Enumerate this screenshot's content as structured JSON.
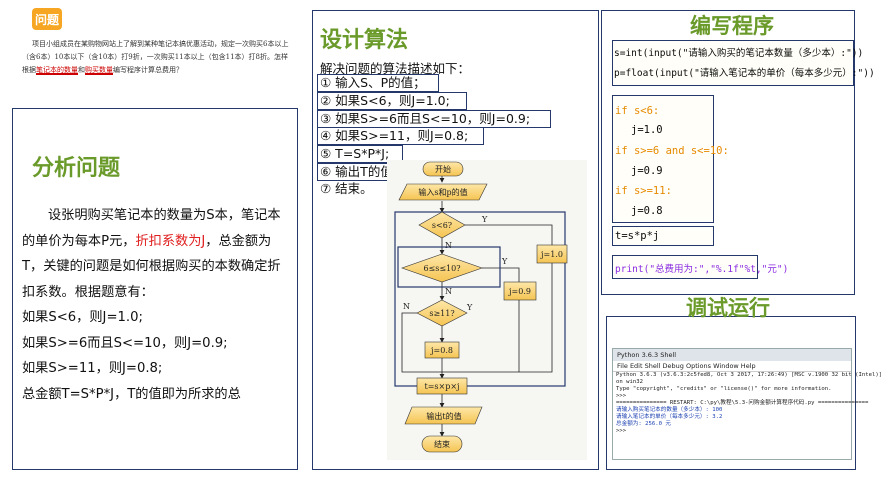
{
  "problem": {
    "badge": "问题",
    "text_before": "项目小组成员在某购物网站上了解到某种笔记本搞优惠活动，规定一次购买6本以上（含6本）10本以下（含10本）打9折，一次购买11本以上（包含11本）打8折。怎样根据",
    "hl1": "笔记本的数量",
    "mid": "和",
    "hl2": "购买数量",
    "text_after": "编写程序计算总费用？"
  },
  "analysis": {
    "title": "分析问题",
    "p1a": "设张明购买笔记本的数量为S本，笔记本的单价为每本P元，",
    "p1b": "折扣系数为J",
    "p1c": "，总金额为T，关键的问题是如何根据购买的本数确定折扣系数。根据题意有：",
    "l1": "如果S<6，则J=1.0;",
    "l2": "如果S>=6而且S<=10，则J=0.9;",
    "l3": "如果S>=11，则J=0.8;",
    "l4": "总金额T=S*P*J，T的值即为所求的总"
  },
  "algorithm": {
    "title": "设计算法",
    "intro": "解决问题的算法描述如下：",
    "steps": [
      "① 输入S、P的值；",
      "② 如果S<6，则J=1.0;",
      "③ 如果S>=6而且S<=10，则J=0.9;",
      "④ 如果S>=11，则J=0.8;",
      "⑤ T=S*P*J;",
      "⑥ 输出T的值;",
      "⑦ 结束。"
    ],
    "flow": {
      "start": "开始",
      "input": "输入s和p的值",
      "cond1": "s<6?",
      "cond2": "6≤s≤10?",
      "cond3": "s≥11?",
      "j1": "j=1.0",
      "j09": "j=0.9",
      "j08": "j=0.8",
      "calc": "t=s×p×j",
      "output": "输出t的值",
      "end": "结束",
      "yes": "Y",
      "no": "N"
    }
  },
  "code": {
    "title": "编写程序",
    "line1": "s=int(input(\"请输入购买的笔记本数量（多少本）:\"))",
    "line2": "p=float(input(\"请输入笔记本的单价（每本多少元）:\"))",
    "if1": "if s<6:",
    "j1": "j=1.0",
    "if2": "if s>=6 and s<=10:",
    "j2": "j=0.9",
    "if3": "if s>=11:",
    "j3": "j=0.8",
    "calc": "t=s*p*j",
    "print": "print(\"总费用为:\",\"%.1f\"%t,\"元\")"
  },
  "run": {
    "title": "调试运行",
    "window_title": "Python 3.6.3 Shell",
    "menu": "File  Edit  Shell  Debug  Options  Window  Help",
    "lines": [
      "Python 3.6.3 (v3.6.3:2c5fed8, Oct  3 2017, 17:26:49) [MSC v.1900 32 bit (Intel)]",
      "on win32",
      "Type \"copyright\", \"credits\" or \"license()\" for more information.",
      ">>>",
      "=============== RESTART: C:\\py\\教程\\5.3-问购金额计算程序代码.py ===============",
      "请输入购买笔记本的数量（多少本）: 100",
      "请输入笔记本的单价（每本多少元）: 3.2",
      "总金额为: 256.0 元",
      ">>>"
    ]
  }
}
